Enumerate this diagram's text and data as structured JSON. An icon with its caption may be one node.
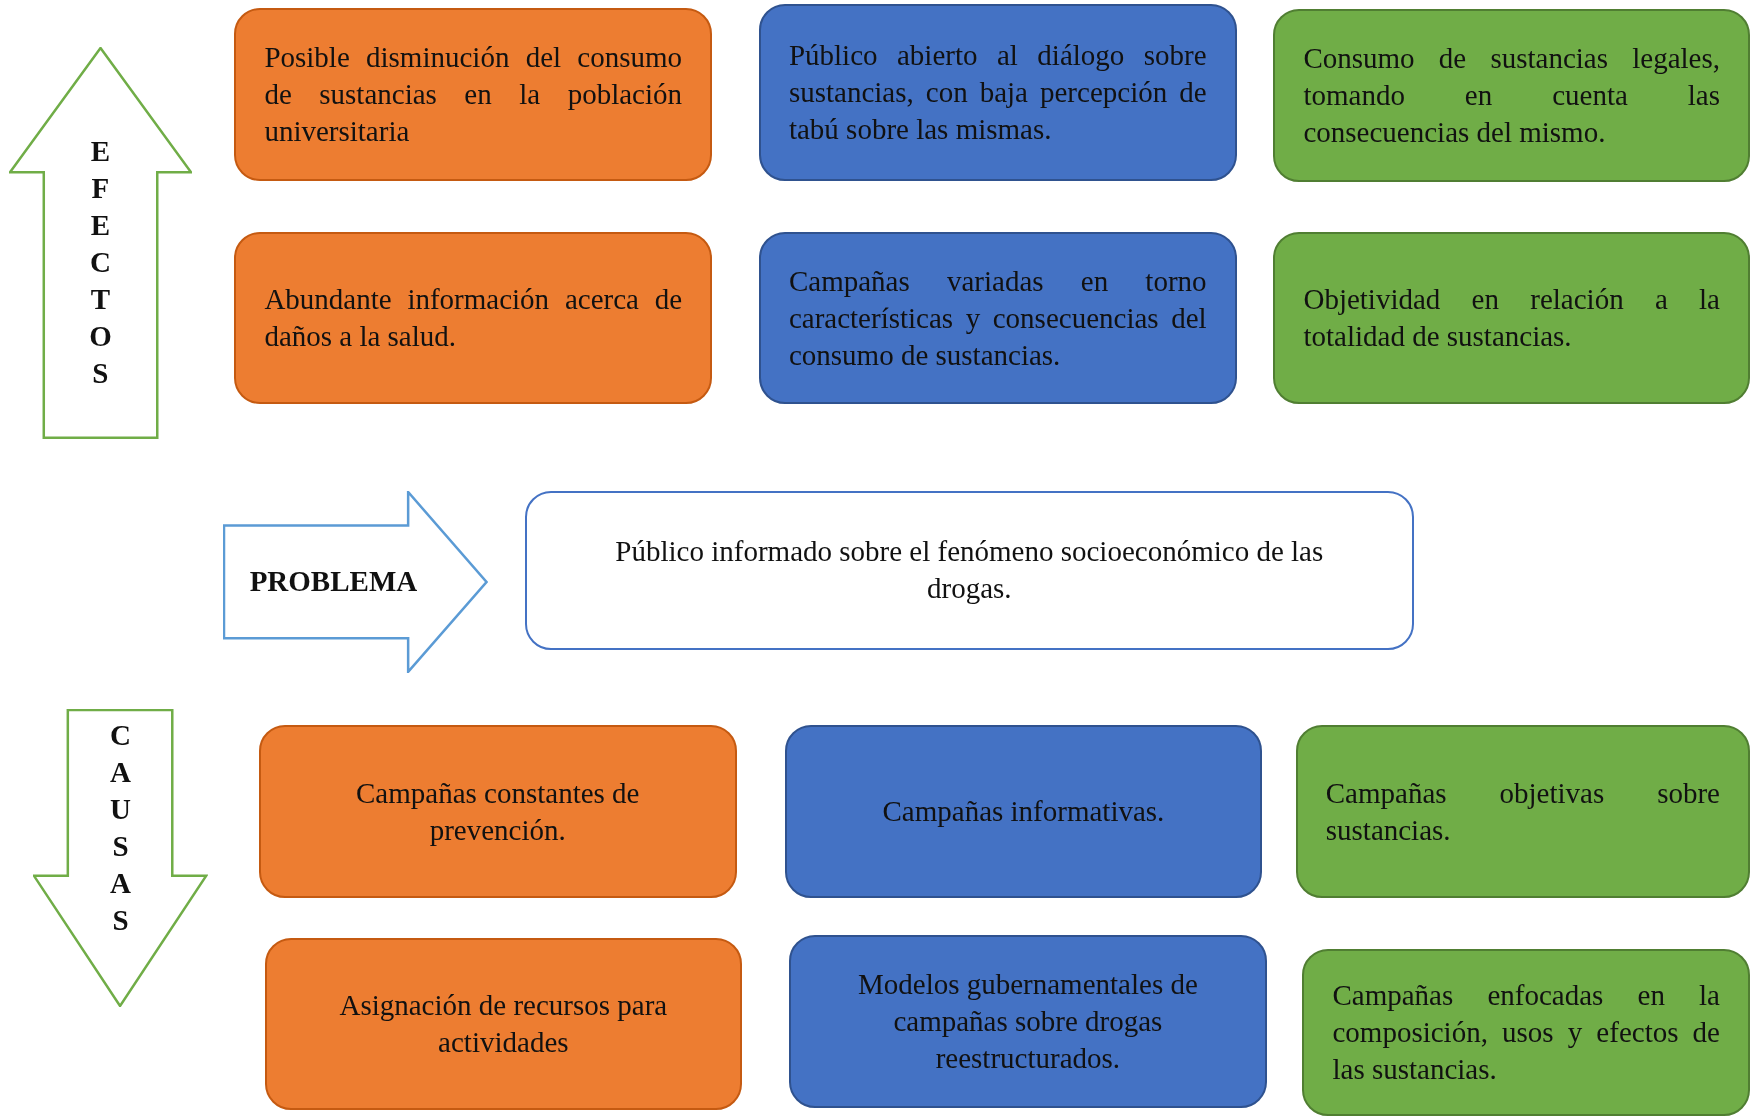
{
  "diagram": {
    "nodes": [
      {
        "text": [
          "EFECTOS"
        ]
      },
      {
        "text": [
          "Posible disminución del consumo de sustancias en la población universitaria"
        ]
      },
      {
        "text": [
          "Público abierto al diálogo sobre sustancias, con baja percepción de tabú sobre las mismas."
        ]
      },
      {
        "text": [
          "Consumo de sustancias legales, tomando en cuenta las consecuencias del mismo."
        ]
      },
      {
        "text": [
          "Abundante información acerca de daños a la salud."
        ]
      },
      {
        "text": [
          "Campañas variadas en torno características y consecuencias del consumo de sustancias."
        ]
      },
      {
        "text": [
          "Objetividad en relación a la totalidad de sustancias."
        ]
      },
      {
        "text": [
          "PROBLEMA"
        ]
      },
      {
        "text": [
          "Público informado sobre el fenómeno socioeconómico de las drogas."
        ]
      },
      {
        "text": [
          "CAUSAS"
        ]
      },
      {
        "text": [
          "Campañas constantes de prevención."
        ]
      },
      {
        "text": [
          "Campañas informativas."
        ]
      },
      {
        "text": [
          "Campañas objetivas sobre sustancias."
        ]
      },
      {
        "text": [
          "Asignación de recursos para actividades"
        ]
      },
      {
        "text": [
          "Modelos gubernamentales de campañas sobre drogas reestructurados."
        ]
      },
      {
        "text": [
          "Campañas enfocadas en la composición, usos y efectos de las sustancias."
        ]
      }
    ]
  }
}
